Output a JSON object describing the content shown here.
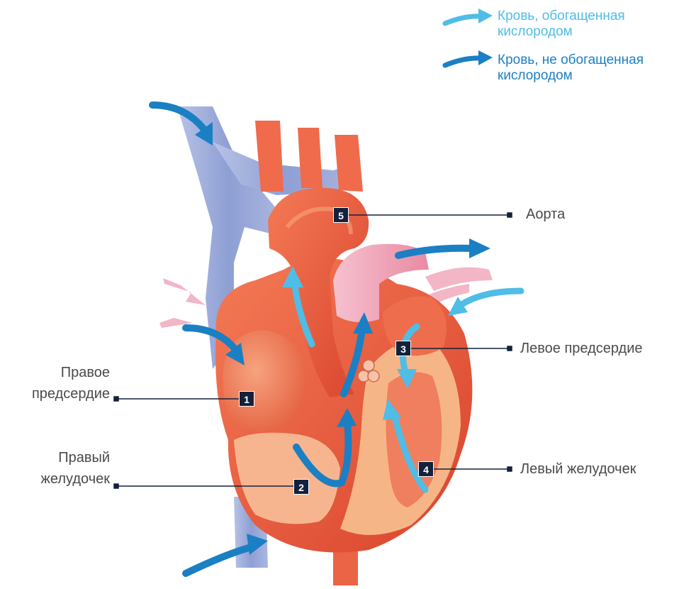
{
  "legend": {
    "oxygenated": {
      "label": "Кровь, обогащенная кислородом",
      "color": "#4fbde6"
    },
    "deoxygenated": {
      "label": "Кровь, не обогащенная кислородом",
      "color": "#1b7fc4"
    }
  },
  "labels": {
    "right_atrium": "Правое предсердие",
    "right_ventricle": "Правый желудочек",
    "aorta": "Аорта",
    "left_atrium": "Левое предсердие",
    "left_ventricle": "Левый желудочек"
  },
  "markers": {
    "right_atrium": "1",
    "right_ventricle": "2",
    "left_atrium": "3",
    "left_ventricle": "4",
    "aorta": "5"
  },
  "colors": {
    "vein": "#8e9fd4",
    "muscle": "#e8553a",
    "muscle_light": "#f39a78",
    "pulmonary": "#f2a3b8",
    "myocardium": "#f6b587",
    "badge": "#13213d",
    "leader_line": "#13213d"
  }
}
